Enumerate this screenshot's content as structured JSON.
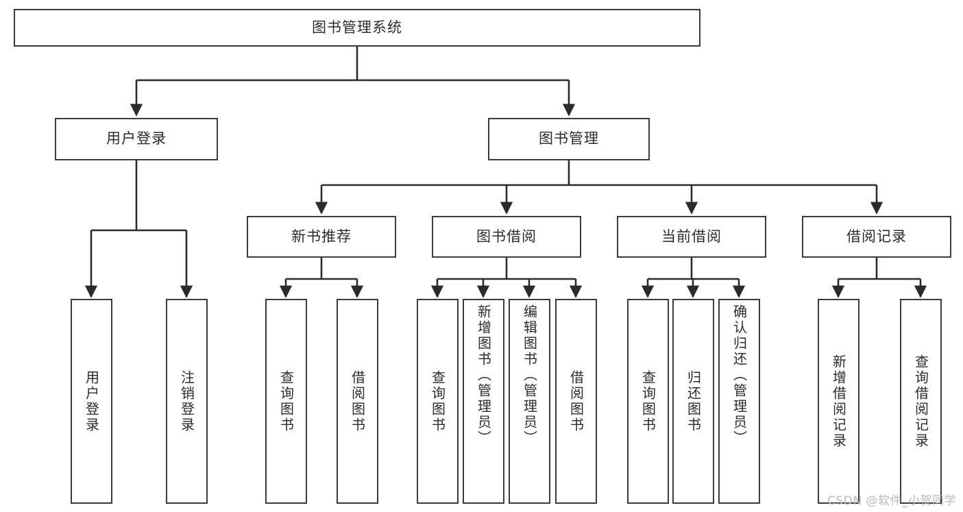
{
  "diagram": {
    "title": "图书管理系统",
    "type": "tree",
    "colors": {
      "box_border": "#3a3a3a",
      "box_fill": "#ffffff",
      "edge": "#2b2b2b",
      "text": "#2b2b2b",
      "watermark": "#b9b9b9",
      "background": "#ffffff"
    },
    "watermark": "CSDN @软件_小贺同学",
    "root": {
      "label": "图书管理系统"
    },
    "branches": [
      {
        "label": "用户登录"
      },
      {
        "label": "图书管理"
      }
    ],
    "subs": [
      {
        "label": "新书推荐"
      },
      {
        "label": "图书借阅"
      },
      {
        "label": "当前借阅"
      },
      {
        "label": "借阅记录"
      }
    ],
    "leaves": {
      "user_login": [
        {
          "label": "用户登录"
        },
        {
          "label": "注销登录"
        }
      ],
      "new_book_recommend": [
        {
          "label": "查询图书"
        },
        {
          "label": "借阅图书"
        }
      ],
      "book_borrow": [
        {
          "label": "查询图书"
        },
        {
          "label": "新增图书（管理员）"
        },
        {
          "label": "编辑图书（管理员）"
        },
        {
          "label": "借阅图书"
        }
      ],
      "current_borrow": [
        {
          "label": "查询图书"
        },
        {
          "label": "归还图书"
        },
        {
          "label": "确认归还（管理员）"
        }
      ],
      "borrow_record": [
        {
          "label": "新增借阅记录"
        },
        {
          "label": "查询借阅记录"
        }
      ]
    }
  }
}
